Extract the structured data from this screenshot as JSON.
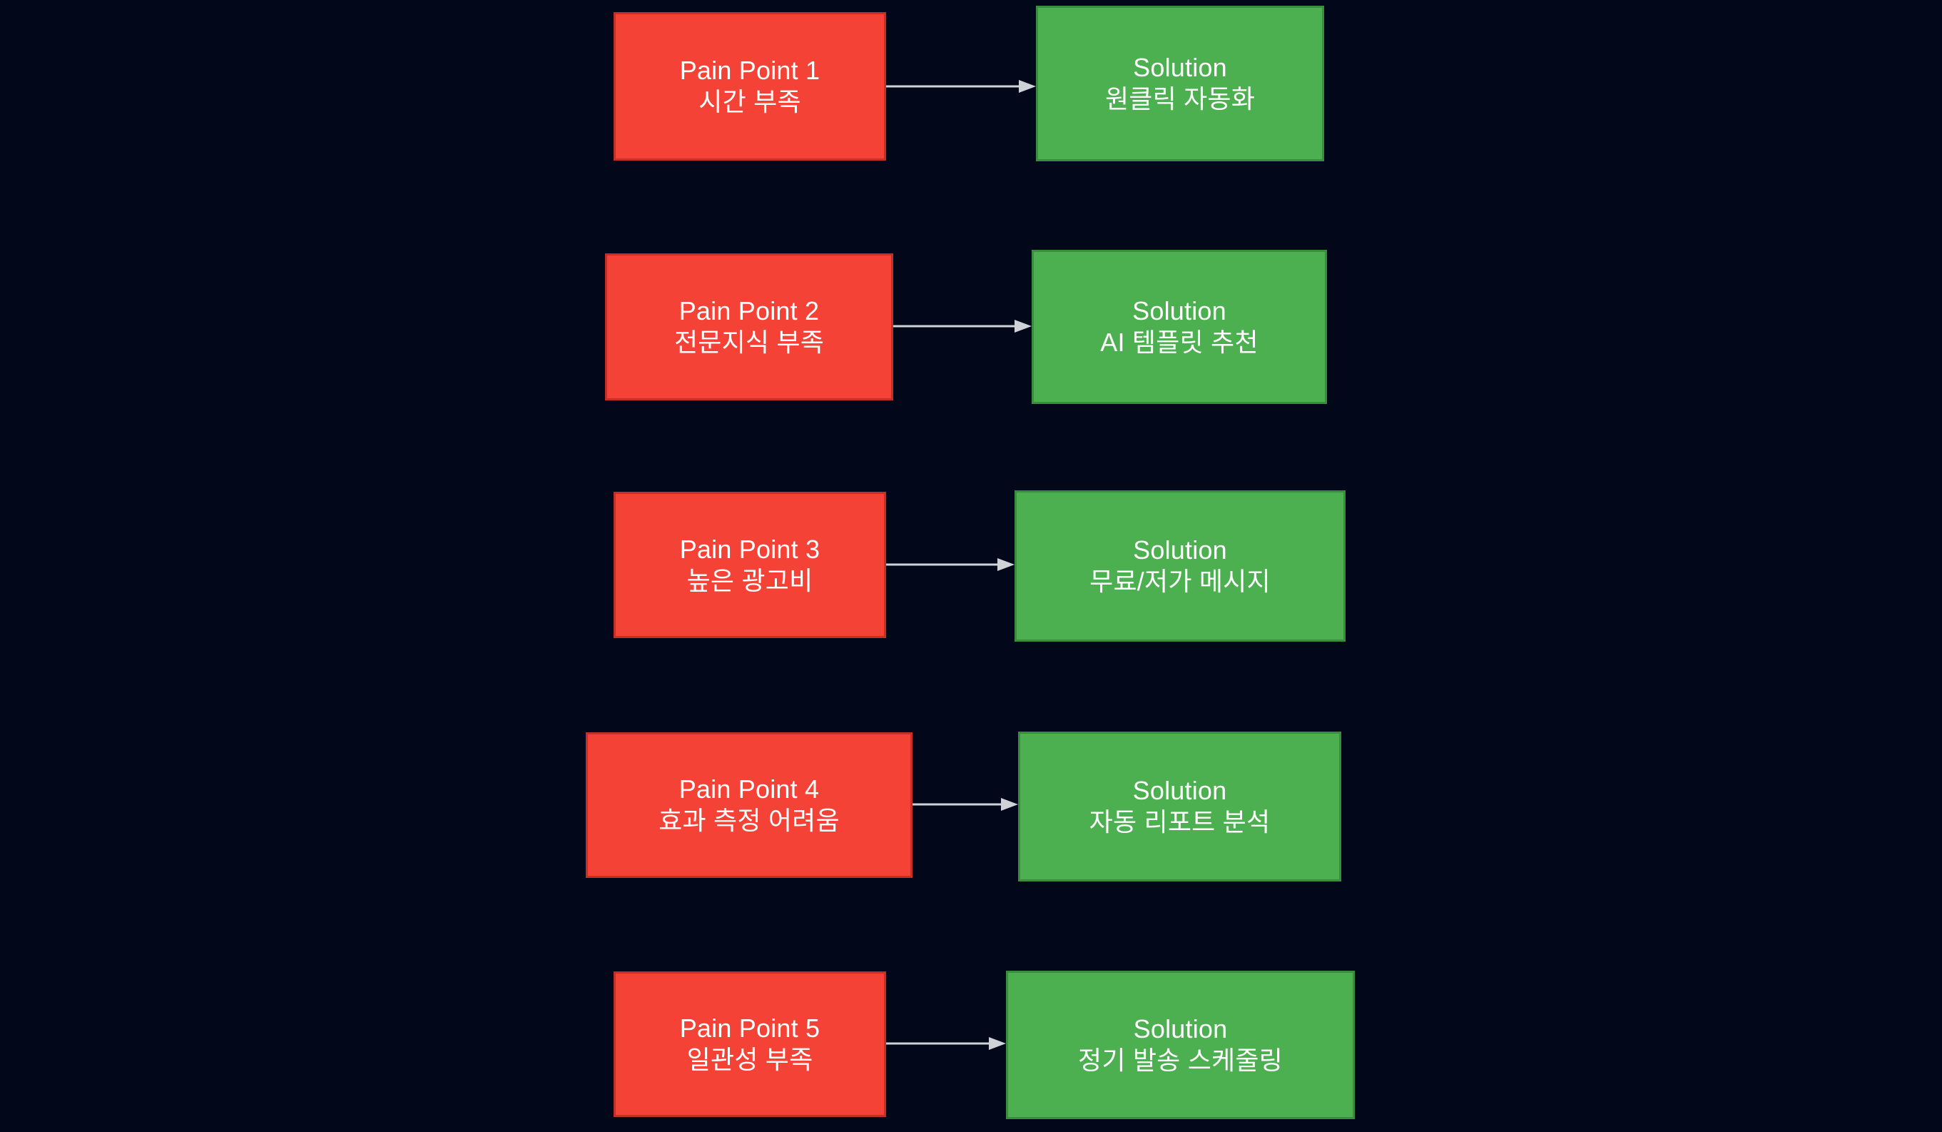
{
  "diagram": {
    "type": "flowchart",
    "direction": "left-to-right",
    "background_color": "#02081a",
    "pain_color": "#f44336",
    "solution_color": "#4caf50",
    "edge_color": "#cfd3d8",
    "text_color": "#ffffff",
    "rows": [
      {
        "pain": {
          "title": "Pain Point 1",
          "detail": "시간 부족"
        },
        "solution": {
          "title": "Solution",
          "detail": "원클릭 자동화"
        },
        "edge": {
          "label": ""
        }
      },
      {
        "pain": {
          "title": "Pain Point 2",
          "detail": "전문지식 부족"
        },
        "solution": {
          "title": "Solution",
          "detail": "AI 템플릿 추천"
        },
        "edge": {
          "label": ""
        }
      },
      {
        "pain": {
          "title": "Pain Point 3",
          "detail": "높은 광고비"
        },
        "solution": {
          "title": "Solution",
          "detail": "무료/저가 메시지"
        },
        "edge": {
          "label": ""
        }
      },
      {
        "pain": {
          "title": "Pain Point 4",
          "detail": "효과 측정 어려움"
        },
        "solution": {
          "title": "Solution",
          "detail": "자동 리포트 분석"
        },
        "edge": {
          "label": ""
        }
      },
      {
        "pain": {
          "title": "Pain Point 5",
          "detail": "일관성 부족"
        },
        "solution": {
          "title": "Solution",
          "detail": "정기 발송 스케줄링"
        },
        "edge": {
          "label": ""
        }
      }
    ]
  }
}
